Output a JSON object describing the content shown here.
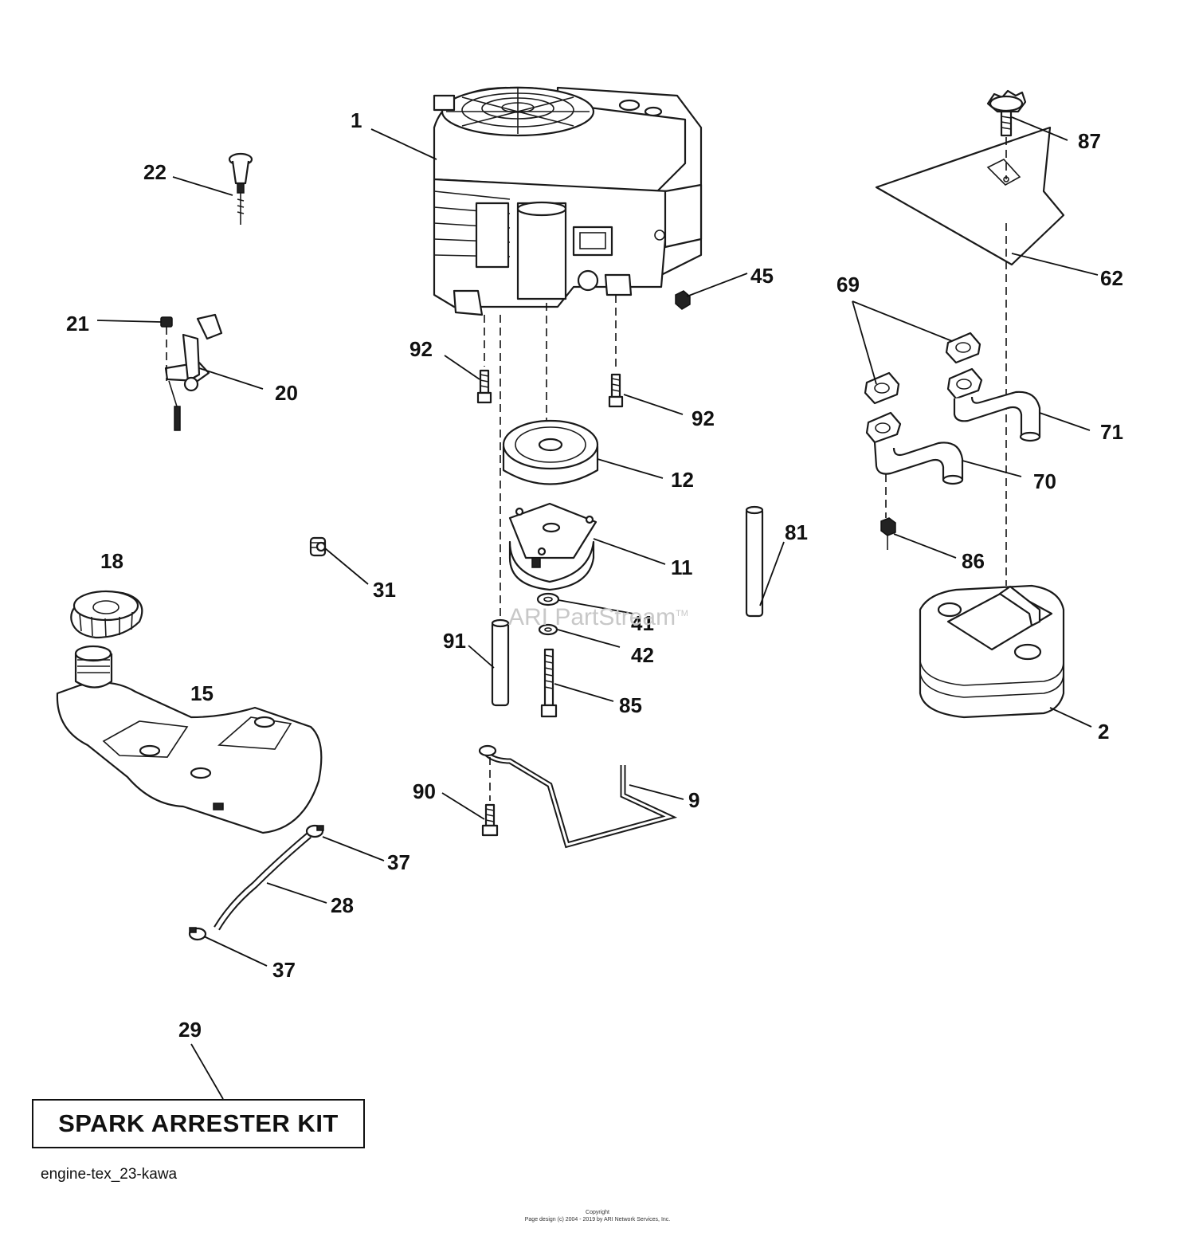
{
  "diagram": {
    "callouts": [
      "1",
      "22",
      "21",
      "20",
      "92",
      "92",
      "45",
      "87",
      "62",
      "69",
      "71",
      "70",
      "12",
      "11",
      "81",
      "86",
      "18",
      "31",
      "41",
      "42",
      "91",
      "15",
      "85",
      "2",
      "90",
      "9",
      "37",
      "28",
      "37",
      "29"
    ],
    "kit_label": "SPARK ARRESTER KIT",
    "diagram_id": "engine-tex_23-kawa",
    "watermark": "ARI PartStream",
    "watermark_tm": "TM",
    "copyright_line1": "Copyright",
    "copyright_line2": "Page design (c) 2004 - 2019 by ARI Network Services, Inc."
  }
}
